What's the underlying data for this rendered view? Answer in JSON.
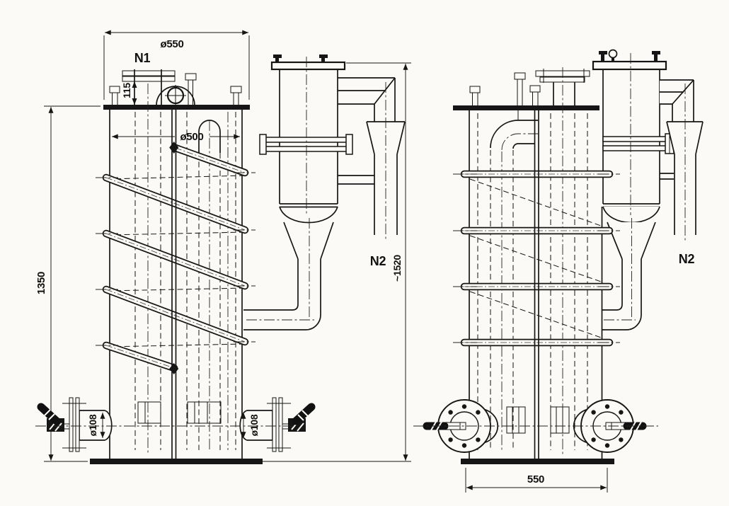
{
  "drawing": {
    "type": "technical-drawing",
    "subject": "vertical vessel with external spiral coil and cyclone separator, two projections",
    "background_color": "#fbfaf6",
    "line_color": "#161616",
    "views": {
      "front": {
        "dim_outer_diameter": "ø550",
        "nozzle_n1": "N1",
        "dim_nozzle_height": "115",
        "dim_inner_diameter": "ø500",
        "dim_shell_height": "1350",
        "dim_left_nozzle": "ø108",
        "dim_right_nozzle": "ø108",
        "nozzle_n2": "N2",
        "dim_overall_height": "~1520"
      },
      "side": {
        "nozzle_n2": "N2",
        "dim_base_width": "550"
      }
    }
  }
}
